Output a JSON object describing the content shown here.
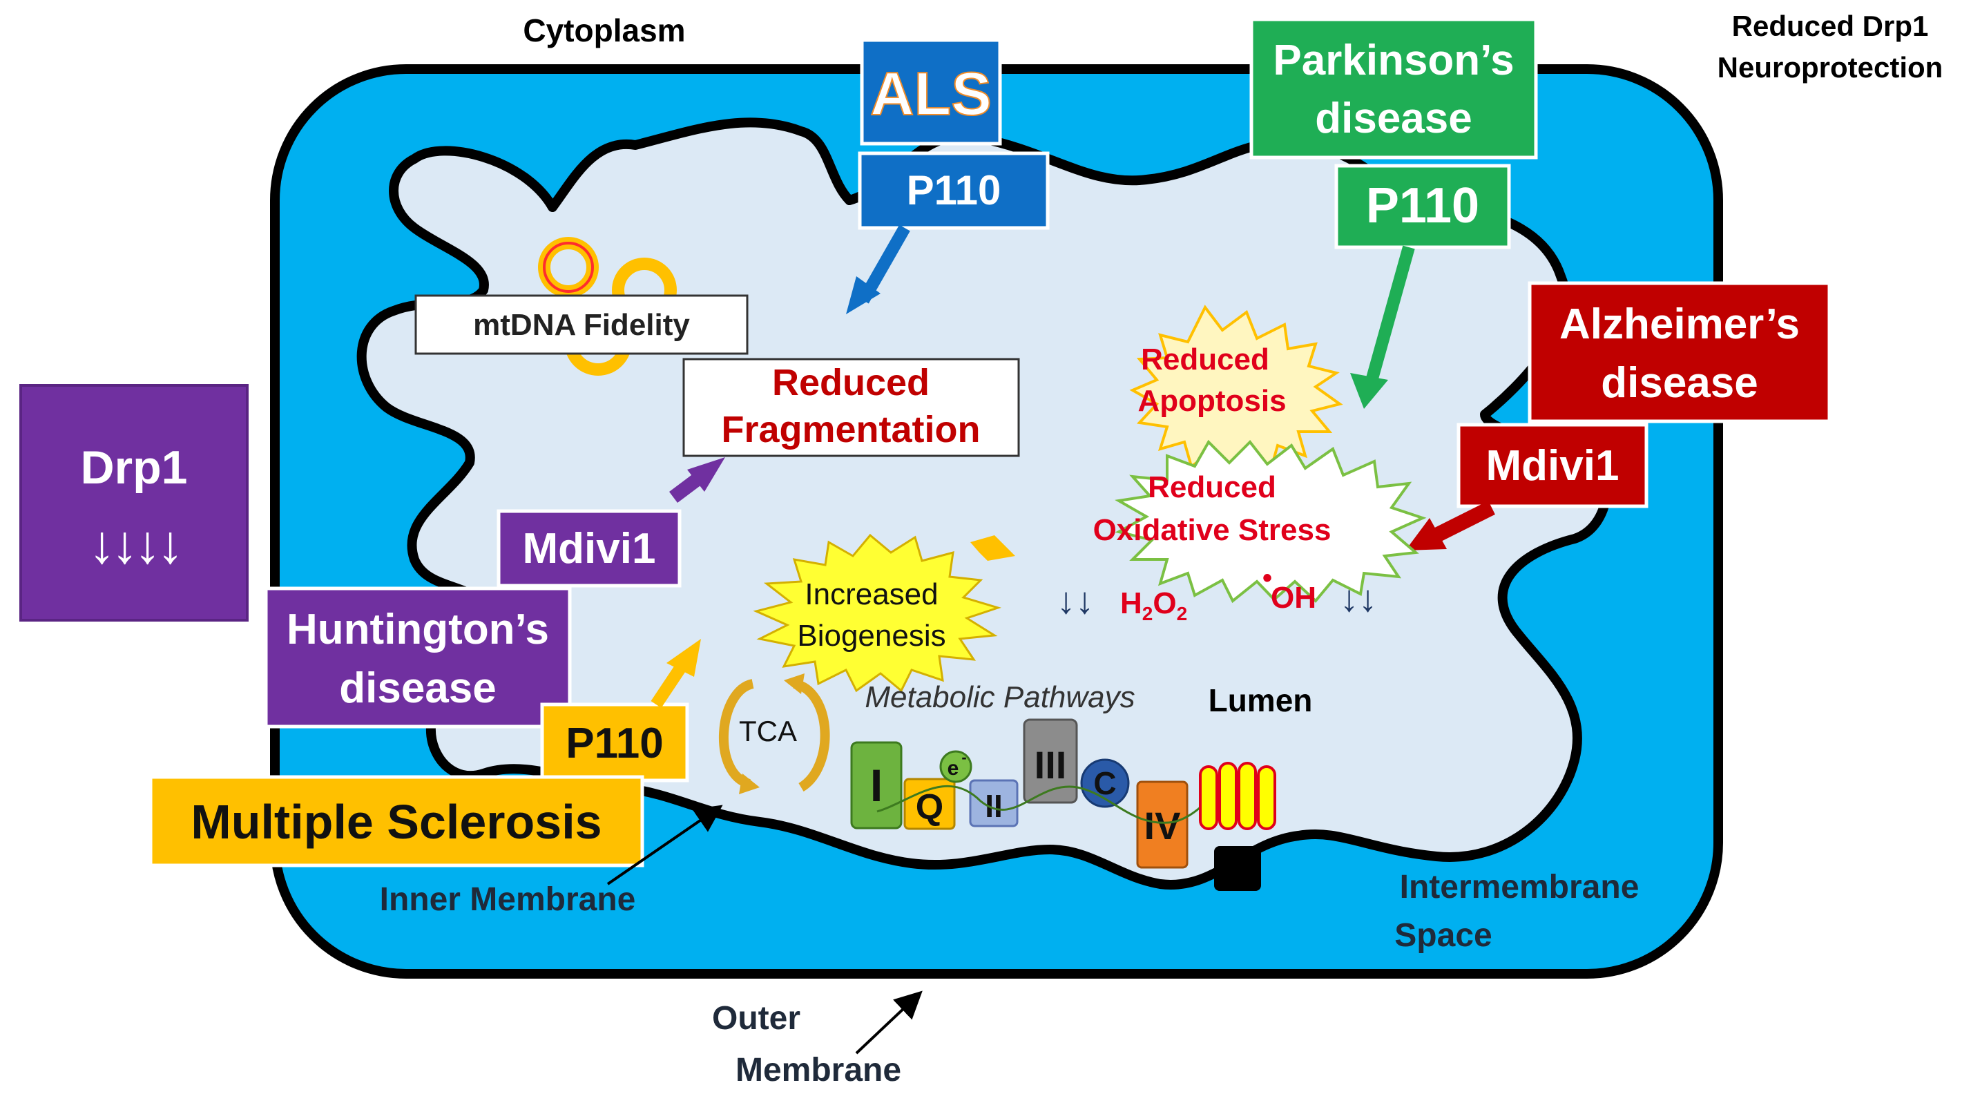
{
  "labels": {
    "cytoplasm": "Cytoplasm",
    "title_line1": "Reduced Drp1",
    "title_line2": "Neuroprotection",
    "lumen": "Lumen",
    "inner_membrane": "Inner Membrane",
    "intermembrane_line1": "Intermembrane",
    "intermembrane_line2": "Space",
    "outer_line1": "Outer",
    "outer_line2": "Membrane",
    "mtdna_fidelity": "mtDNA Fidelity",
    "metabolic_pathways": "Metabolic Pathways",
    "tca": "TCA"
  },
  "drp1": {
    "title": "Drp1",
    "arrows": "↓↓↓↓"
  },
  "diseases": {
    "als": {
      "name": "ALS",
      "drug": "P110"
    },
    "parkinsons": {
      "line1": "Parkinson’s",
      "line2": "disease",
      "drug": "P110"
    },
    "alzheimers": {
      "line1": "Alzheimer’s",
      "line2": "disease",
      "drug": "Mdivi1"
    },
    "huntingtons": {
      "line1": "Huntington’s",
      "line2": "disease",
      "drug_top": "Mdivi1",
      "drug_bottom": "P110"
    },
    "ms": {
      "name": "Multiple Sclerosis"
    }
  },
  "effects": {
    "fragmentation_line1": "Reduced",
    "fragmentation_line2": "Fragmentation",
    "apoptosis_line1": "Reduced",
    "apoptosis_line2": "Apoptosis",
    "oxidative_line1": "Reduced",
    "oxidative_line2": "Oxidative Stress",
    "biogenesis_line1": "Increased",
    "biogenesis_line2": "Biogenesis"
  },
  "ros": {
    "down_arrows": "↓↓",
    "h2o2_h": "H",
    "h2o2_2a": "2",
    "h2o2_o": "O",
    "h2o2_2b": "2",
    "oh_dot": "•",
    "oh": "OH"
  },
  "complexes": {
    "c1": "I",
    "q": "Q",
    "e": "e",
    "e_sup": "-",
    "c2": "II",
    "c3": "III",
    "c": "C",
    "c4": "IV"
  },
  "colors": {
    "cytoplasm_blue": "#00b0f0",
    "matrix": "#dce9f5",
    "purple": "#7030a0",
    "als_blue": "#0f6fc6",
    "green": "#1fae55",
    "red": "#c00000",
    "gold": "#ffc000",
    "effect_red": "#e0001b"
  }
}
